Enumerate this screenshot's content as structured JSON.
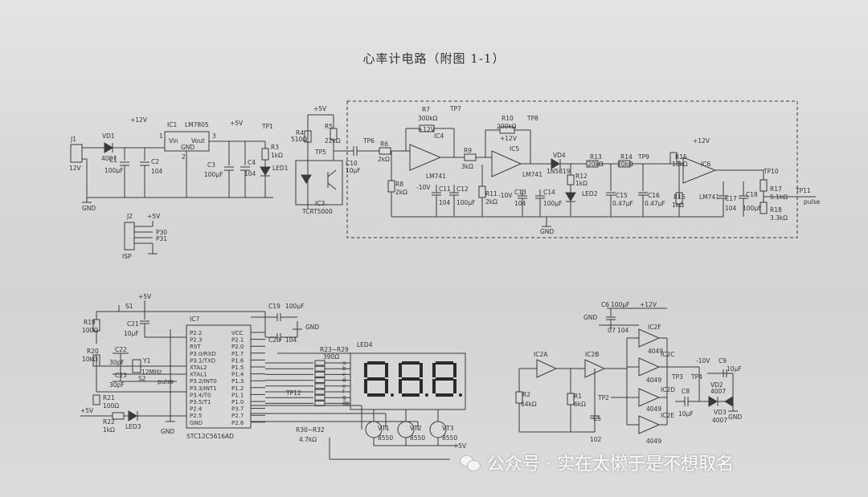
{
  "title": "心率计电路（附图 1-1）",
  "watermark": {
    "icon": "wechat-icon",
    "text": "公众号 · 实在太懒于是不想取名"
  },
  "labels": {
    "j1": "J1",
    "v12": "12V",
    "gnd": "GND",
    "vd1": "VD1",
    "d4007": "4007",
    "c1": "C1",
    "c1v": "100μF",
    "c2": "C2",
    "c2v": "104",
    "ic1": "IC1",
    "lm7805": "LM7805",
    "vin": "Vin",
    "vout": "Vout",
    "plus12": "+12V",
    "plus5": "+5V",
    "p1": "1",
    "p2": "2",
    "p3": "3",
    "c3": "C3",
    "c3v": "100μF",
    "c4": "C4",
    "c4v": "104",
    "tp1": "TP1",
    "r3": "R3",
    "r3v": "1kΩ",
    "led1": "LED1",
    "r4": "R4",
    "r4v": "510Ω",
    "r5": "R5",
    "r5v": "22kΩ",
    "tp5": "TP5",
    "tp6": "TP6",
    "c10": "C10",
    "c10v": "10μF",
    "ic3": "IC3",
    "tcrt": "TCRT5000",
    "r6": "R6",
    "r6v": "2kΩ",
    "r8": "R8",
    "r8v": "2kΩ",
    "r7": "R7",
    "r7v": "300kΩ",
    "tp7": "TP7",
    "ic4": "IC4",
    "lm741": "LM741",
    "minus10": "-10V",
    "c11": "C11",
    "c12": "C12",
    "r9": "R9",
    "r9v": "3kΩ",
    "r11": "R11",
    "r11v": "2kΩ",
    "r10": "R10",
    "r10v": "200kΩ",
    "tp8": "TP8",
    "ic5": "IC5",
    "c13": "C13",
    "c14": "C14",
    "vd4": "VD4",
    "in5819": "1N5819",
    "r13": "R13",
    "r13v": "20kΩ",
    "r12": "R12",
    "r12v": "1kΩ",
    "led2": "LED2",
    "r14": "R14",
    "r14v": "20kΩ",
    "tp9": "TP9",
    "c15": "C15",
    "c15v": "0.47μF",
    "c16": "C16",
    "c16v": "0.47μF",
    "r15": "R15",
    "r15v": "10kΩ",
    "r16": "R16",
    "r16v": "1kΩ",
    "ic6": "IC6",
    "c17": "C17",
    "c18": "C18",
    "tp10": "TP10",
    "r17": "R17",
    "r17v": "5.1kΩ",
    "tp11": "TP11",
    "r18": "R18",
    "r18v": "3.3kΩ",
    "pulse": "pulse",
    "v104": "104",
    "v100": "100μF",
    "j2": "J2",
    "p30": "P30",
    "p31": "P31",
    "isp": "ISP",
    "s1": "S1",
    "r19": "R19",
    "r19v": "100Ω",
    "c21": "C21",
    "c21v": "10μF",
    "ic7": "IC7",
    "c19": "C19",
    "c19v": "100μF",
    "c20": "C20",
    "c20v": "104",
    "r20": "R20",
    "r20v": "10kΩ",
    "c22": "C22",
    "c23": "C23",
    "c22v": "30pF",
    "y1": "Y1",
    "y1v": "12MHz",
    "s2": "S2",
    "pulse2": "pulse",
    "r21": "R21",
    "r21v": "100Ω",
    "r22": "R22",
    "r22v": "1kΩ",
    "led3": "LED3",
    "stc": "STC12C5616AD",
    "r23": "R23~R29",
    "r23v": "390Ω",
    "led4": "LED4",
    "tp12": "TP12",
    "r30": "R30~R32",
    "r30v": "4.7kΩ",
    "vt1": "VT1",
    "vt2": "VT2",
    "vt3": "VT3",
    "s8550": "8550",
    "c6": "C6",
    "c6v": "100μF",
    "c7": "C7",
    "c7v": "104",
    "ic2f": "IC2F",
    "ic2a": "IC2A",
    "ic2b": "IC2B",
    "ic2c": "IC2C",
    "ic2d": "IC2D",
    "ic2e": "IC2E",
    "v4049": "4049",
    "r2": "R2",
    "r2v": "64kΩ",
    "r1": "R1",
    "r1v": "6kΩ",
    "c5": "C5",
    "c5v": "102",
    "tp2": "TP2",
    "tp3": "TP3",
    "tp4": "TP4",
    "c8": "C8",
    "c8v": "10μF",
    "c9": "C9",
    "c9v": "10μF",
    "vd2": "VD2",
    "vd3": "VD3"
  },
  "mcu_pins_left": [
    "P2.2",
    "P2.3",
    "RST",
    "P3.0/RXD",
    "P3.1/TXD",
    "XTAL2",
    "XTAL1",
    "P3.2/INT0",
    "P3.3/INT1",
    "P3.4/T0",
    "P3.5/T1",
    "P2.4",
    "P2.5",
    "GND"
  ],
  "mcu_pins_right": [
    "VCC",
    "P2.1",
    "P2.0",
    "P1.7",
    "P1.6",
    "P1.5",
    "P1.4",
    "P1.3",
    "P1.2",
    "P1.1",
    "P1.0",
    "P3.7",
    "P2.7",
    "P2.6"
  ],
  "segment_letters": [
    "a",
    "b",
    "c",
    "d",
    "e",
    "f",
    "g",
    "dp"
  ]
}
